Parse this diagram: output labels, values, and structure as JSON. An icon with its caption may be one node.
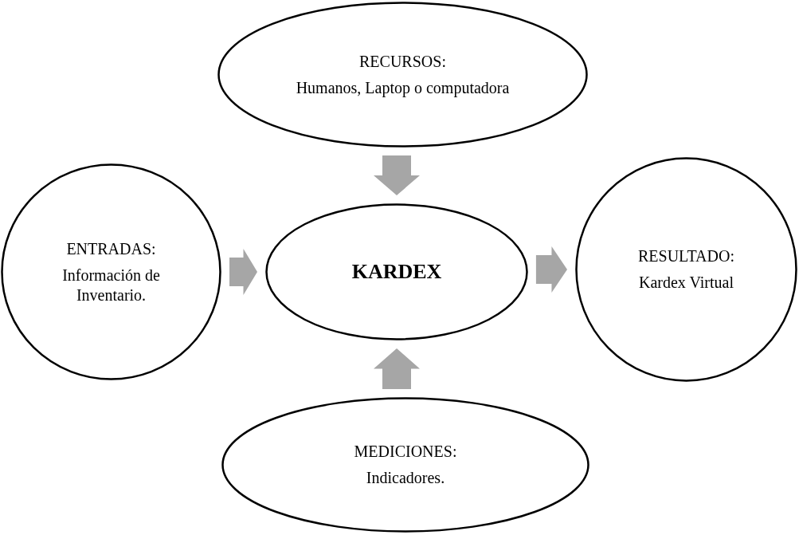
{
  "diagram": {
    "nodes": [
      {
        "text": [
          "RECURSOS:",
          "Humanos, Laptop o computadora"
        ]
      },
      {
        "text": [
          "ENTRADAS:",
          "Información de Inventario."
        ]
      },
      {
        "text": [
          "KARDEX"
        ]
      },
      {
        "text": [
          "RESULTADO:",
          "Kardex Virtual"
        ]
      },
      {
        "text": [
          "MEDICIONES:",
          "Indicadores."
        ]
      }
    ],
    "edges": [
      {
        "from": 0,
        "to": 2,
        "arrow": "to"
      },
      {
        "from": 1,
        "to": 2,
        "arrow": "to"
      },
      {
        "from": 2,
        "to": 3,
        "arrow": "to"
      },
      {
        "from": 4,
        "to": 2,
        "arrow": "to"
      }
    ]
  }
}
